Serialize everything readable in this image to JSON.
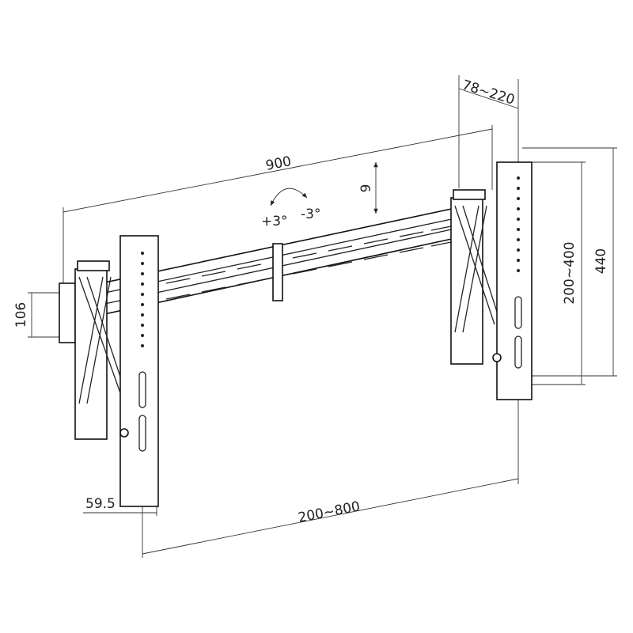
{
  "dimensions": {
    "depth": "78~220",
    "width": "900",
    "vertical_adjust": "9",
    "tilt_plus": "+3°",
    "tilt_minus": "-3°",
    "vesa_vertical": "200~400",
    "height": "440",
    "rail_height": "106",
    "arm_offset": "59.5",
    "vesa_horizontal": "200~800"
  },
  "colors": {
    "line": "#222222",
    "background": "#ffffff"
  }
}
